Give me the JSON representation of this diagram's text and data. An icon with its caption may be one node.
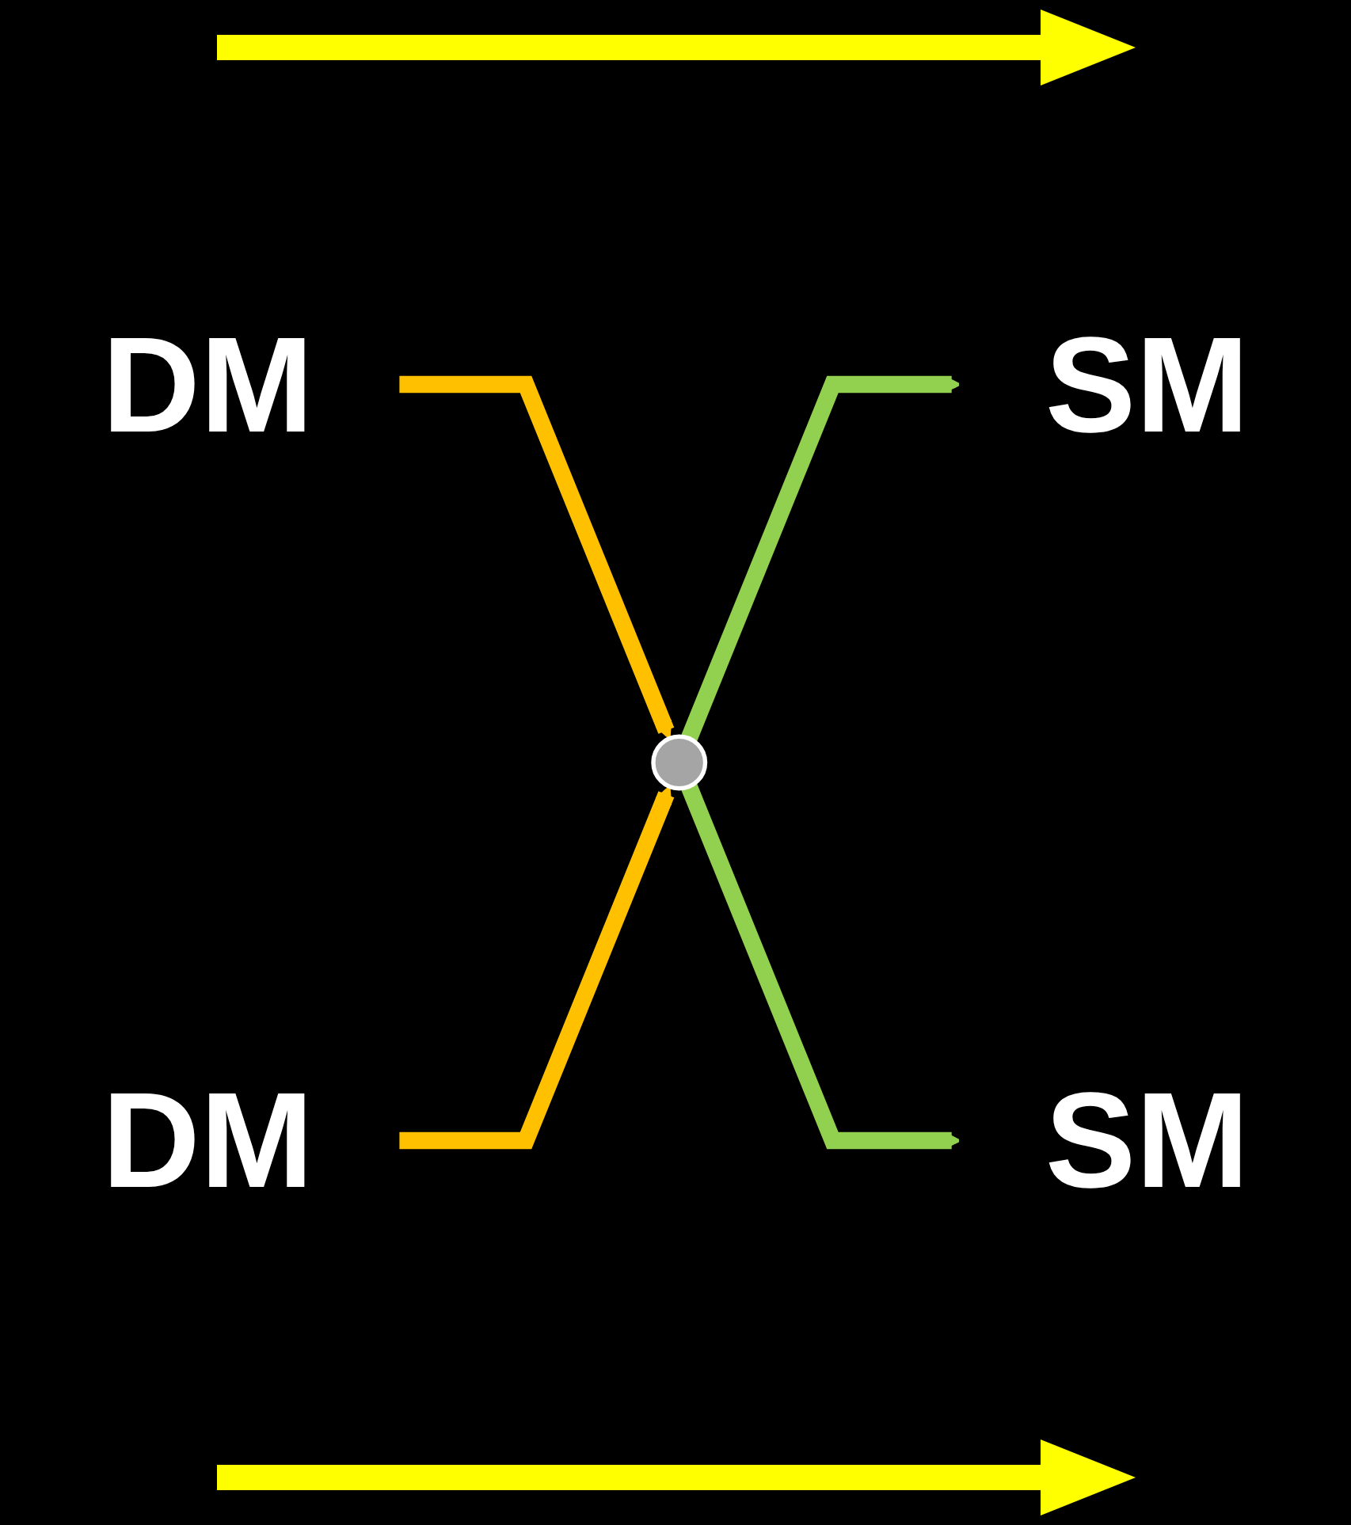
{
  "diagram": {
    "nodes": [
      {
        "text": [
          "DM"
        ]
      },
      {
        "text": [
          "DM"
        ]
      },
      {
        "text": [],
        "shape": "circle"
      },
      {
        "text": [
          "SM"
        ]
      },
      {
        "text": [
          "SM"
        ]
      }
    ],
    "edges": [
      {
        "from": 0,
        "to": 2,
        "arrow": "to",
        "color": "#ffc000"
      },
      {
        "from": 1,
        "to": 2,
        "arrow": "to",
        "color": "#ffc000"
      },
      {
        "from": 2,
        "to": 3,
        "arrow": "to",
        "color": "#92d050"
      },
      {
        "from": 2,
        "to": 4,
        "arrow": "to",
        "color": "#92d050"
      }
    ]
  }
}
